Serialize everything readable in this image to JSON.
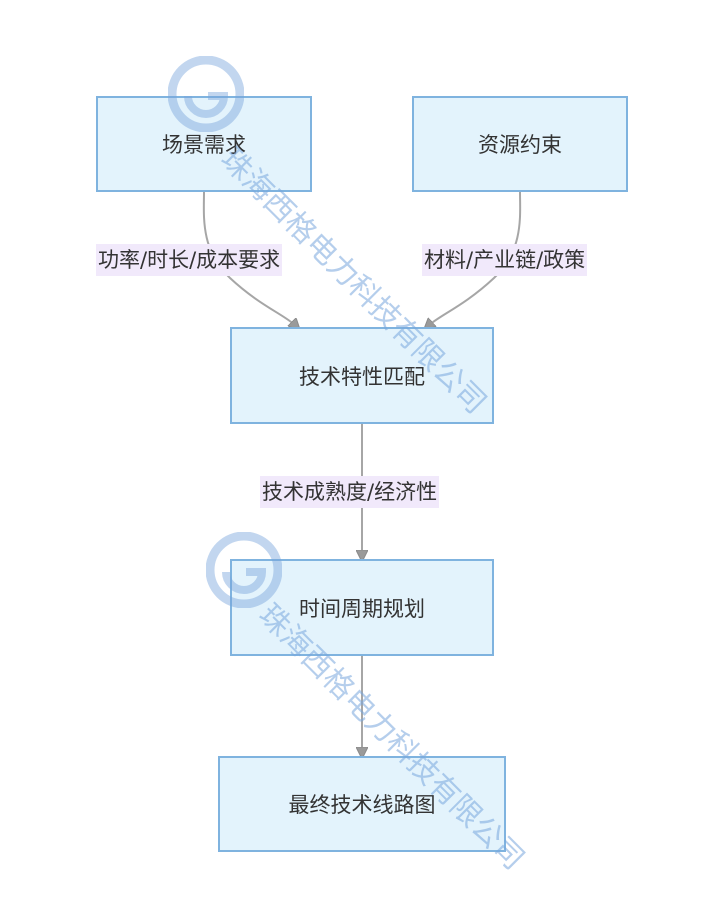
{
  "nodes": {
    "scene_demand": "场景需求",
    "resource_constraint": "资源约束",
    "tech_match": "技术特性匹配",
    "timeline_plan": "时间周期规划",
    "final_roadmap": "最终技术线路图"
  },
  "edge_labels": {
    "demand_to_match": "功率/时长/成本要求",
    "resource_to_match": "材料/产业链/政策",
    "match_to_timeline": "技术成熟度/经济性"
  },
  "watermark": {
    "text": "珠海西格电力科技有限公司"
  },
  "colors": {
    "node_fill": "#e3f3fc",
    "node_border": "#7fb3df",
    "edge_label_bg": "#f1e9fb",
    "edge_stroke": "#a6a6a6",
    "watermark": "#78a5dc"
  }
}
